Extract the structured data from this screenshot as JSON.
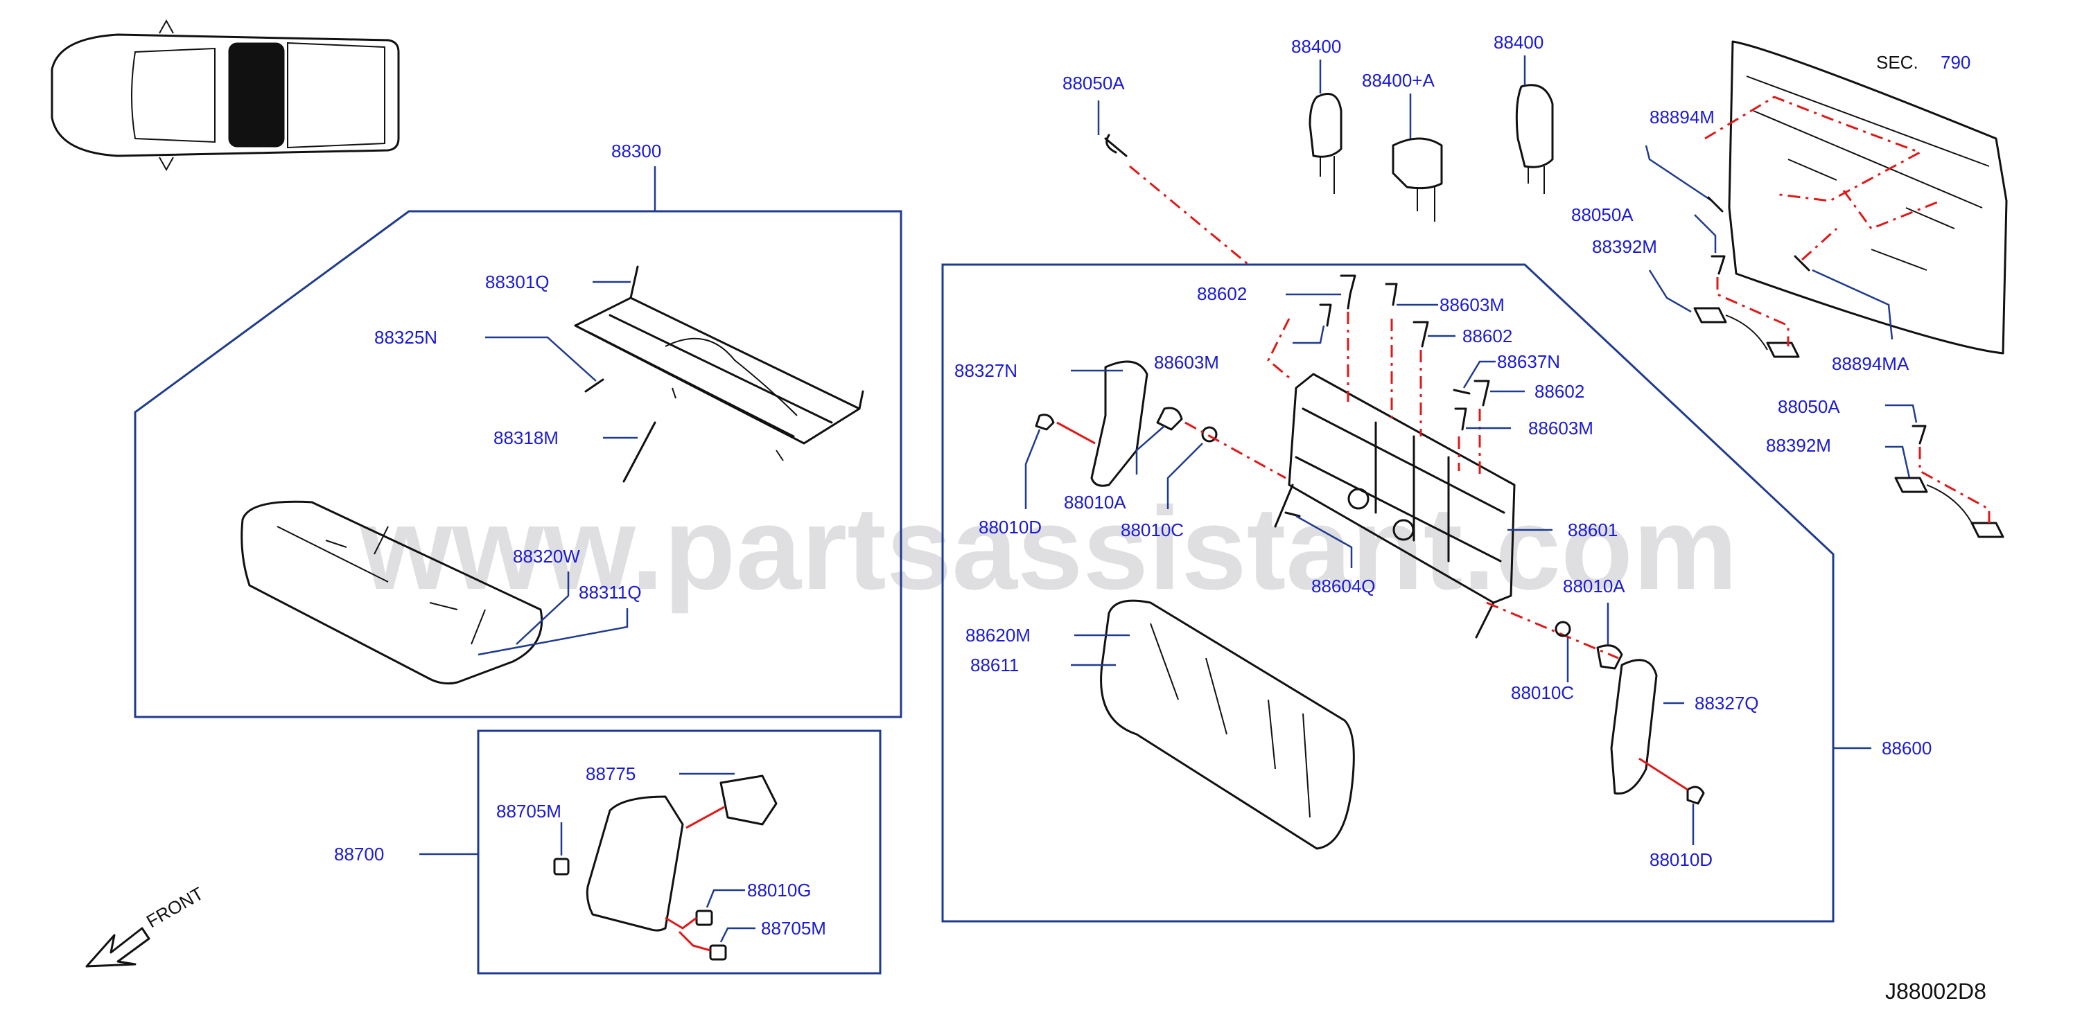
{
  "diagram_code": "J88002D8",
  "watermark": "www.partsassistant.com",
  "front_label": "FRONT",
  "sec_label": "SEC.",
  "sec_number": "790",
  "groups": {
    "cushion": "88300",
    "armrest": "88700",
    "back": "88600"
  },
  "parts": {
    "p88301Q": "88301Q",
    "p88325N": "88325N",
    "p88318M": "88318M",
    "p88320W": "88320W",
    "p88311Q": "88311Q",
    "p88775": "88775",
    "p88705M_a": "88705M",
    "p88010G": "88010G",
    "p88705M_b": "88705M",
    "p88050A_a": "88050A",
    "p88400_a": "88400",
    "p88400A": "88400+A",
    "p88400_b": "88400",
    "p88602_a": "88602",
    "p88603M_a": "88603M",
    "p88602_b": "88602",
    "p88637N": "88637N",
    "p88602_c": "88602",
    "p88603M_b": "88603M",
    "p88327N": "88327N",
    "p88603M_c": "88603M",
    "p88010A_a": "88010A",
    "p88010D_a": "88010D",
    "p88010C_a": "88010C",
    "p88604Q": "88604Q",
    "p88601": "88601",
    "p88010A_b": "88010A",
    "p88620M": "88620M",
    "p88611": "88611",
    "p88010C_b": "88010C",
    "p88327Q": "88327Q",
    "p88010D_b": "88010D",
    "p88894M": "88894M",
    "p88050A_b": "88050A",
    "p88392M_a": "88392M",
    "p88894MA": "88894MA",
    "p88050A_c": "88050A",
    "p88392M_b": "88392M"
  },
  "icons": {
    "vehicle": "pickup-truck-top-view-icon",
    "front_arrow": "front-arrow-icon"
  },
  "colors": {
    "label": "#1a1ad6",
    "box": "#1f3b8f",
    "dashed_leader": "#e01818",
    "line_art": "#111111",
    "watermark": "#b9b9bd"
  }
}
